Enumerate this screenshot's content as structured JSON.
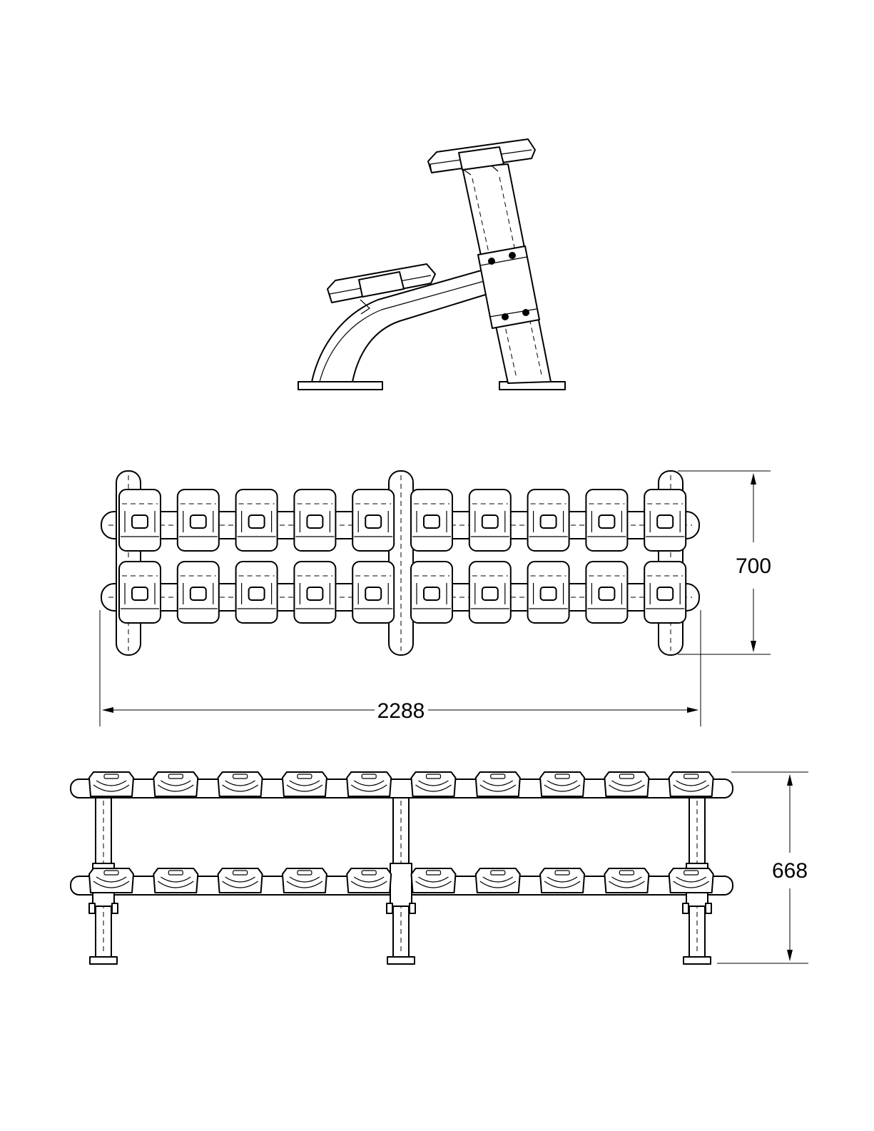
{
  "dimensions": {
    "depth": "700",
    "width": "2288",
    "height": "668"
  },
  "views": {
    "side": "side-view",
    "top": "top-view",
    "front": "front-view"
  },
  "rack": {
    "saddles_per_row": 10,
    "rows": 2
  }
}
